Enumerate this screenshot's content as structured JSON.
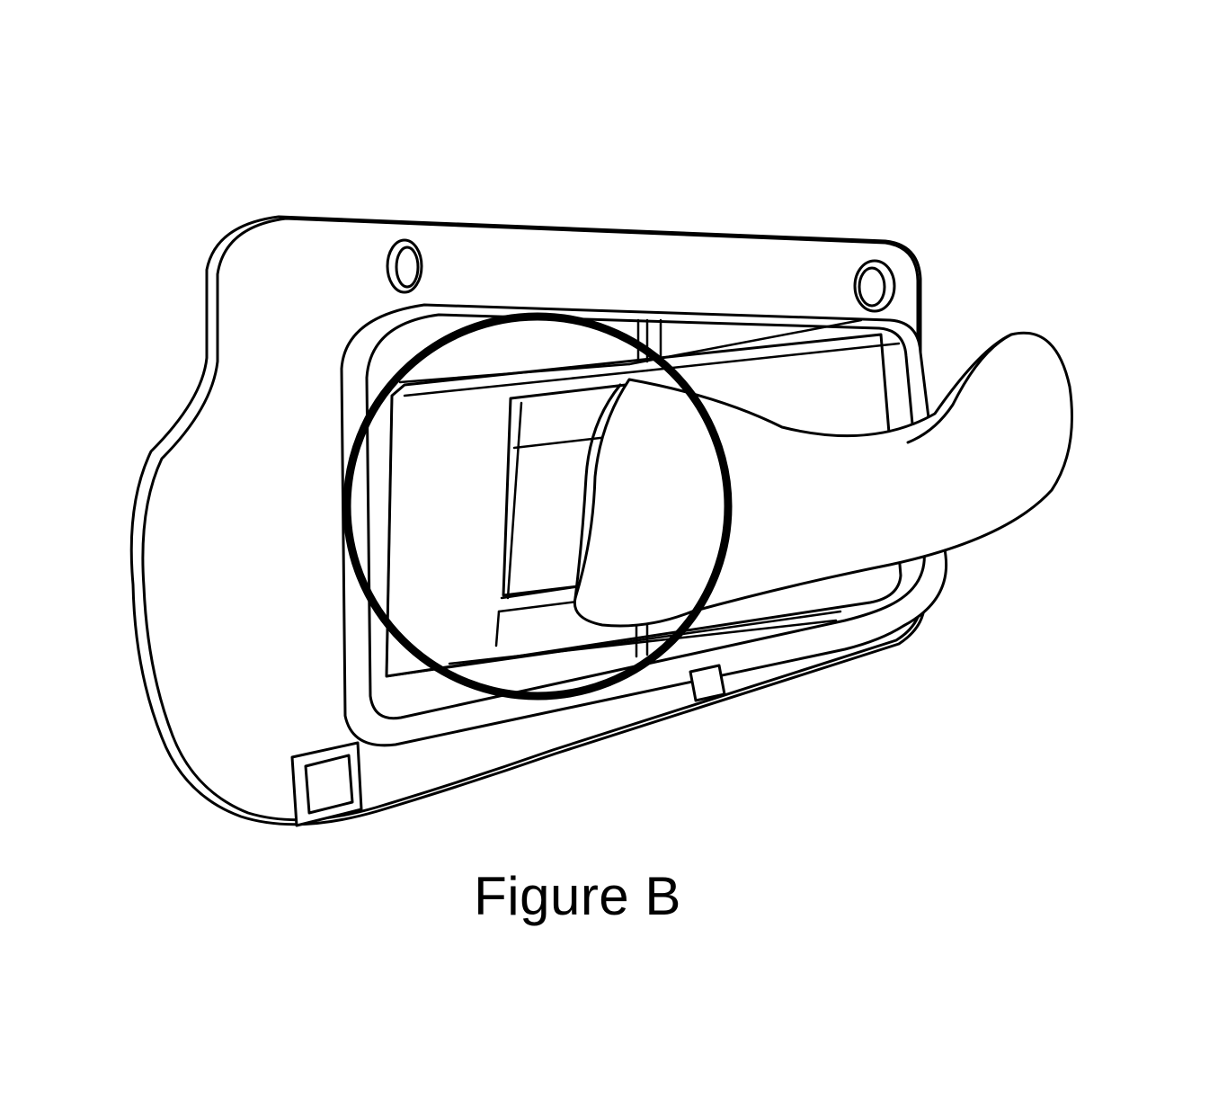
{
  "figure": {
    "caption": "Figure B",
    "icons": {
      "main": "door-handle-bezel-illustration",
      "callout": "callout-circle"
    },
    "colors": {
      "line": "#000000",
      "background": "#ffffff"
    }
  }
}
